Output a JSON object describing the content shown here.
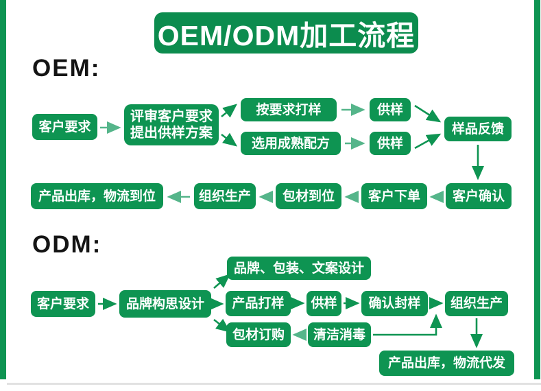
{
  "page": {
    "title": "OEM/ODM加工流程",
    "oem_heading": "OEM:",
    "odm_heading": "ODM:"
  },
  "colors": {
    "box_green": "#0e9452",
    "banner_green": "#0c8c4e",
    "arrow_light": "#55b58a",
    "heading_black": "#141414",
    "edge_bar_green": "#0e9452",
    "bottom_line_gray": "#e2e2e2"
  },
  "nodes": {
    "oem_customer_requirement": "客户要求",
    "oem_review_line1": "评审客户要求",
    "oem_review_line2": "提出供样方案",
    "oem_sample_by_request": "按要求打样",
    "oem_supply_sample_top": "供样",
    "oem_mature_formula": "选用成熟配方",
    "oem_supply_sample_bottom": "供样",
    "oem_sample_feedback": "样品反馈",
    "oem_customer_confirm": "客户确认",
    "oem_customer_order": "客户下单",
    "oem_packaging_ready": "包材到位",
    "oem_organize_production": "组织生产",
    "oem_delivery": "产品出库，物流到位",
    "odm_customer_requirement": "客户要求",
    "odm_brand_concept_design": "品牌构思设计",
    "odm_brand_packaging_copy_design": "品牌、包装、文案设计",
    "odm_product_sampling": "产品打样",
    "odm_supply_sample": "供样",
    "odm_confirm_sealed_sample": "确认封样",
    "odm_organize_production": "组织生产",
    "odm_packaging_purchase": "包材订购",
    "odm_cleaning_disinfection": "清洁消毒",
    "odm_delivery": "产品出库，物流代发"
  }
}
